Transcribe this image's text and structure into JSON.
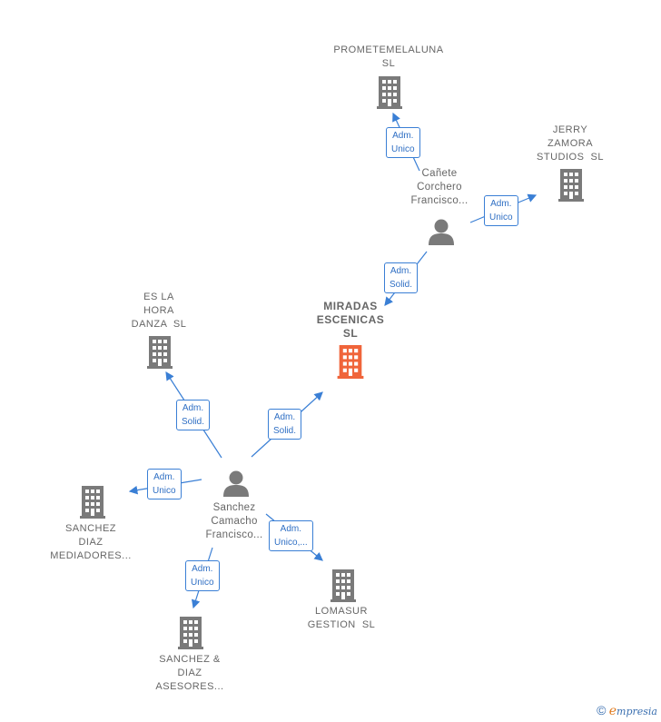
{
  "nodes": {
    "prometemelaluna": "PROMETEMELALUNA\nSL",
    "jerry": "JERRY\nZAMORA\nSTUDIOS  SL",
    "canete": "Cañete\nCorchero\nFrancisco...",
    "miradas": "MIRADAS\nESCENICAS\nSL",
    "eslahora": "ES LA\nHORA\nDANZA  SL",
    "sanchez_camacho": "Sanchez\nCamacho\nFrancisco...",
    "sanchez_diaz_med": "SANCHEZ\nDIAZ\nMEDIADORES...",
    "lomasur": "LOMASUR\nGESTION  SL",
    "sanchez_diaz_ase": "SANCHEZ &\nDIAZ\nASESORES..."
  },
  "relations": {
    "canete_prometemelaluna": "Adm.\nUnico",
    "canete_jerry": "Adm.\nUnico",
    "canete_miradas": "Adm.\nSolid.",
    "sanchez_eslahora": "Adm.\nSolid.",
    "sanchez_miradas": "Adm.\nSolid.",
    "sanchez_mediadores": "Adm.\nUnico",
    "sanchez_lomasur": "Adm.\nUnico,...",
    "sanchez_asesores": "Adm.\nUnico"
  },
  "colors": {
    "main_building": "#f0643a",
    "building": "#7a7a7a",
    "person": "#7a7a7a",
    "edge": "#3a7fd5"
  },
  "footer": {
    "copyright": "©",
    "brand_e": "e",
    "brand_rest": "mpresia"
  }
}
